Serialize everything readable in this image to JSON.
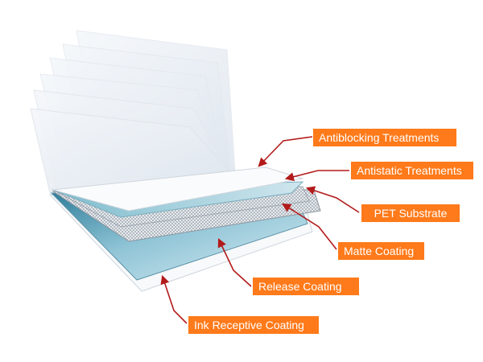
{
  "accent_color": "#ff7a1a",
  "arrow_color": "#b31b1b",
  "layers": {
    "antiblocking": "Antiblocking Treatments",
    "antistatic": "Antistatic Treatments",
    "pet": "PET Substrate",
    "matte": "Matte Coating",
    "release": "Release Coating",
    "ink": "Ink Receptive Coating"
  }
}
